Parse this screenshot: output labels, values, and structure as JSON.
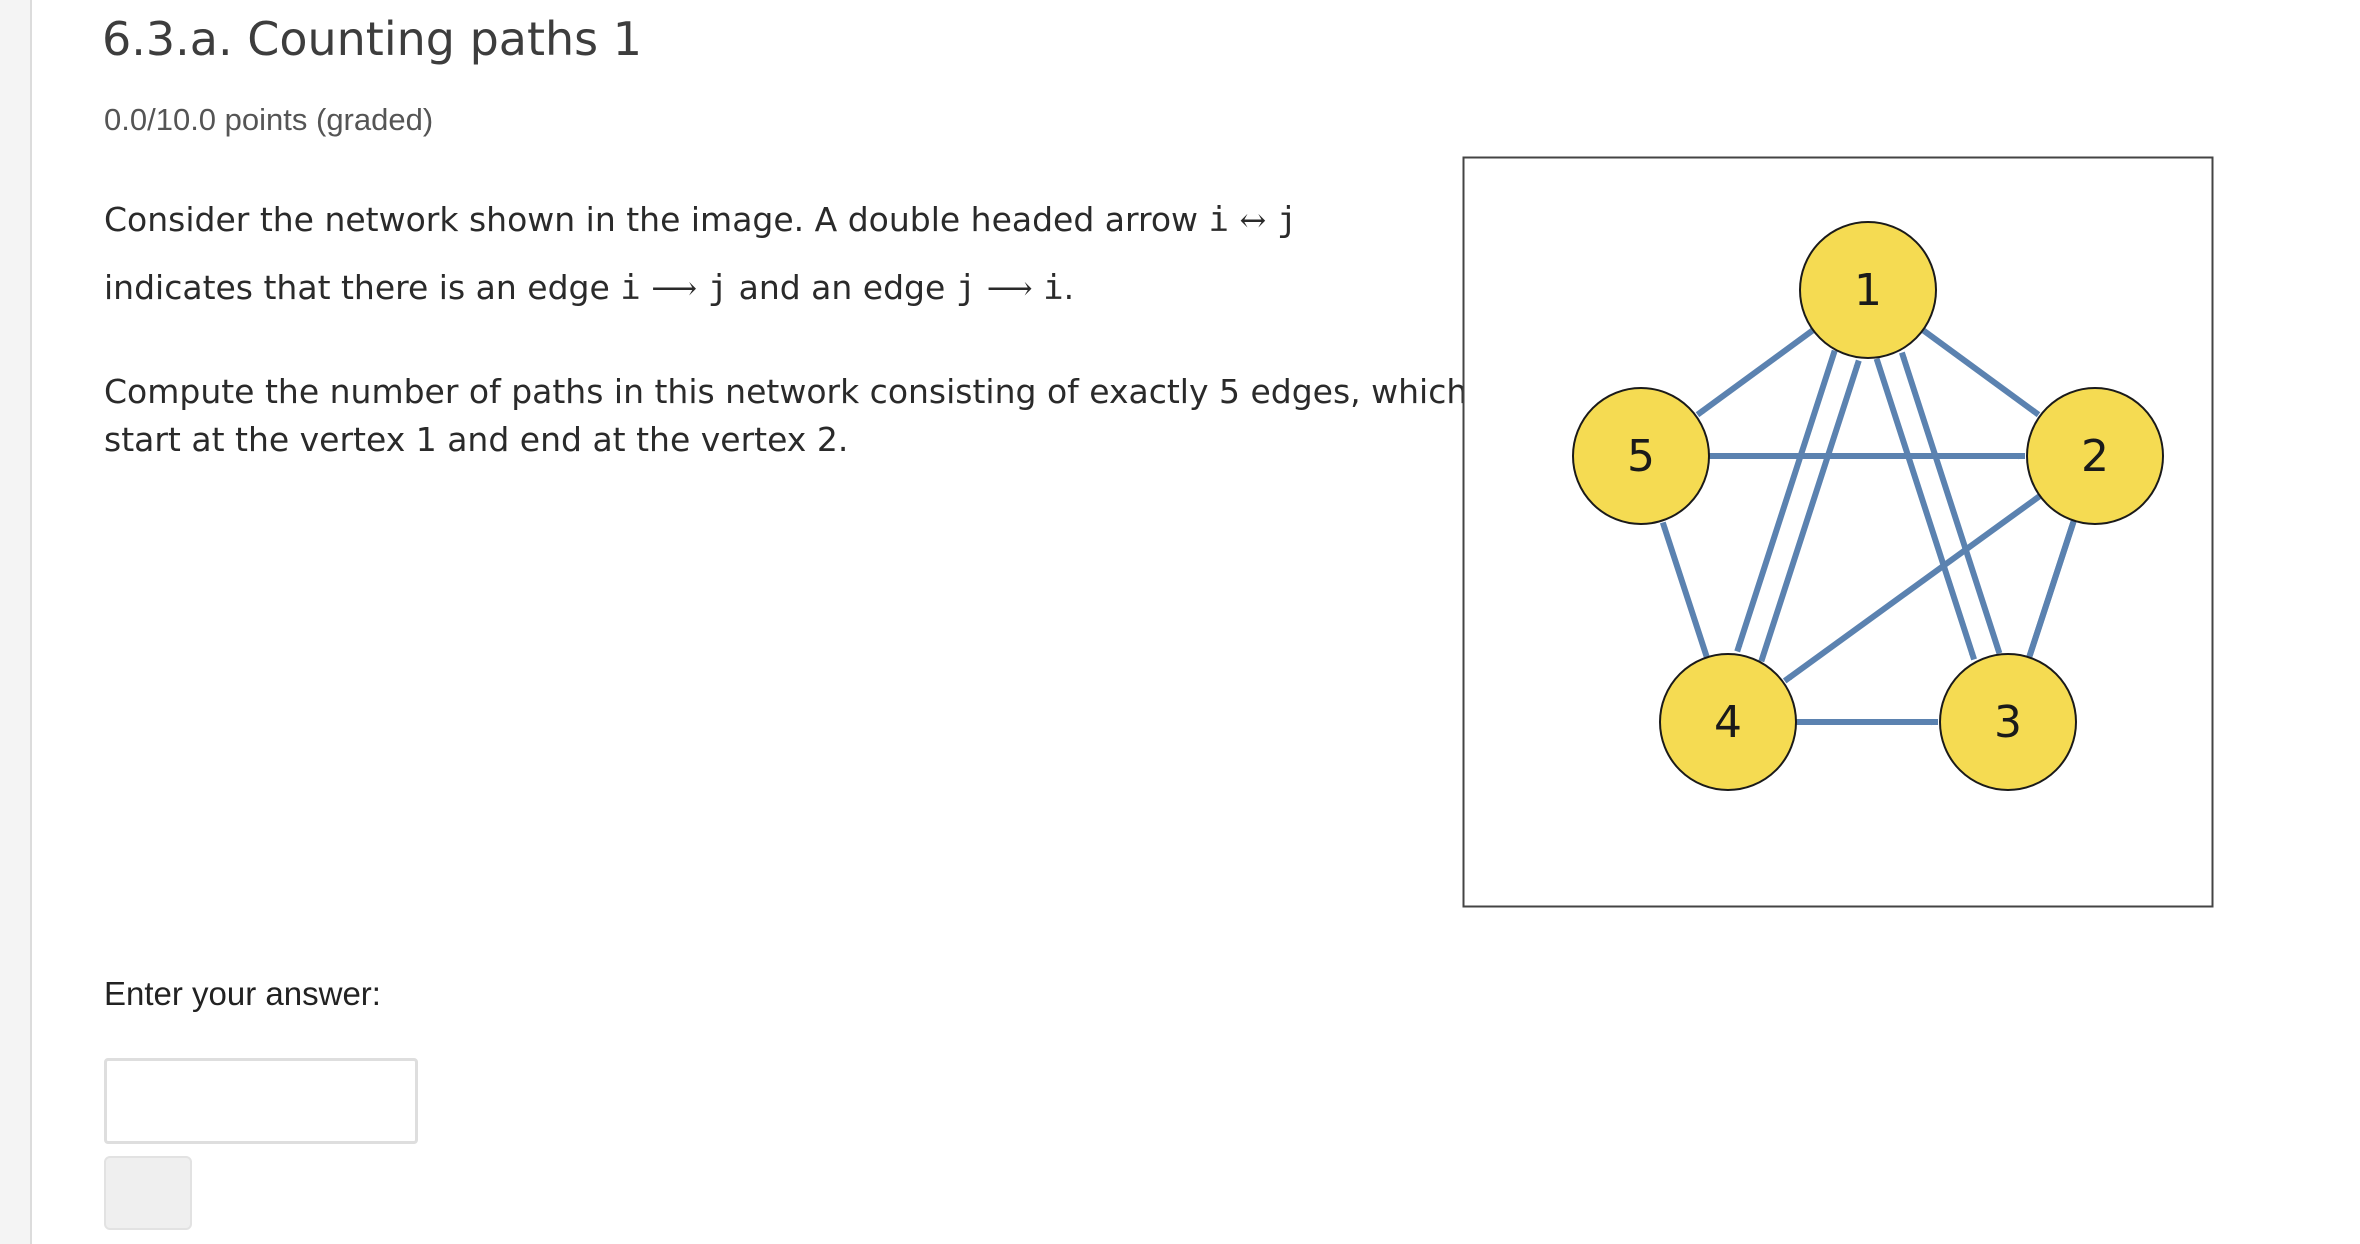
{
  "problem": {
    "title": "6.3.a. Counting paths 1",
    "points_status": "0.0/10.0 points (graded)"
  },
  "statement": {
    "p1_line1_text": "Consider the network shown in the image. A double headed arrow ",
    "p1_line1_i": "i",
    "p1_line1_arrow": "↔",
    "p1_line1_j": "j",
    "p1_line2_text_a": "indicates that there is an edge ",
    "p1_line2_i": "i",
    "p1_line2_arrow1": "⟶",
    "p1_line2_j": "j",
    "p1_line2_text_b": " and an edge ",
    "p1_line2_j2": "j",
    "p1_line2_arrow2": "⟶",
    "p1_line2_i2": "i",
    "p1_line2_period": ".",
    "p2_line1": "Compute the number of paths in this network consisting of exactly 5 edges, which",
    "p2_line2": "start at the vertex 1 and end at the vertex 2."
  },
  "answer": {
    "label": "Enter your answer:",
    "value": "",
    "placeholder": "",
    "submit_label": ""
  },
  "network": {
    "node_color": "#f5db52",
    "edge_color": "#5b82b0",
    "nodes": [
      {
        "id": "1",
        "label": "1"
      },
      {
        "id": "2",
        "label": "2"
      },
      {
        "id": "3",
        "label": "3"
      },
      {
        "id": "4",
        "label": "4"
      },
      {
        "id": "5",
        "label": "5"
      }
    ],
    "edges": [
      {
        "from": "1",
        "to": "5"
      },
      {
        "from": "1",
        "to": "2"
      },
      {
        "from": "5",
        "to": "2"
      },
      {
        "from": "4",
        "to": "1"
      },
      {
        "from": "1",
        "to": "4"
      },
      {
        "from": "3",
        "to": "1"
      },
      {
        "from": "1",
        "to": "3"
      },
      {
        "from": "2",
        "to": "4"
      },
      {
        "from": "3",
        "to": "2"
      },
      {
        "from": "2",
        "to": "3"
      },
      {
        "from": "4",
        "to": "5"
      },
      {
        "from": "4",
        "to": "3"
      }
    ]
  }
}
